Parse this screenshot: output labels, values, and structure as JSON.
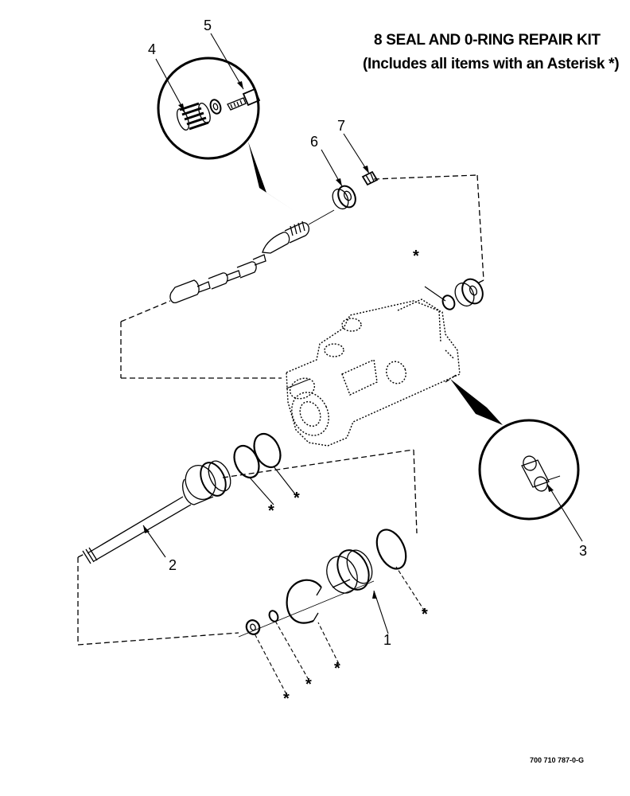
{
  "header": {
    "kit_title": "8 SEAL AND 0-RING REPAIR KIT",
    "kit_note": "(Includes all items with an Asterisk *)"
  },
  "callouts": {
    "c1": "1",
    "c2": "2",
    "c3": "3",
    "c4": "4",
    "c5": "5",
    "c6": "6",
    "c7": "7"
  },
  "asterisk": "*",
  "drawing_number": "700 710 787-0-G"
}
